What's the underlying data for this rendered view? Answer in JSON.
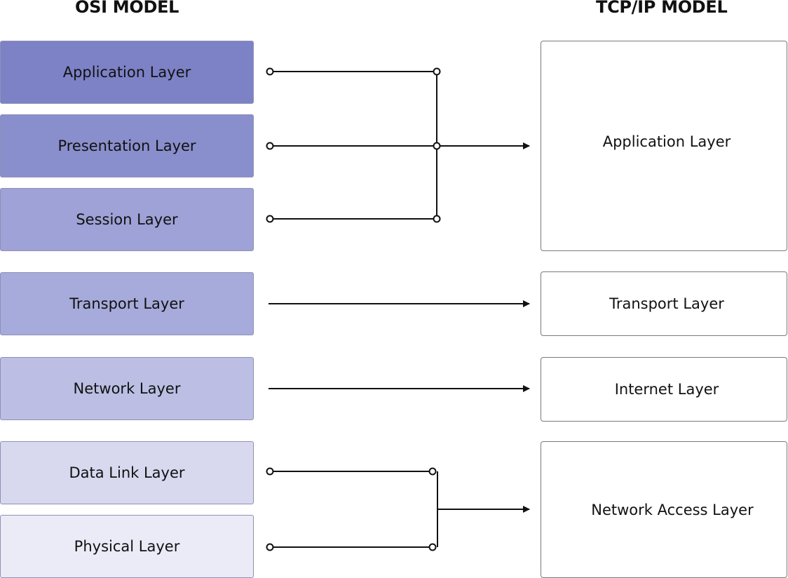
{
  "headings": {
    "osi": "OSI MODEL",
    "tcpip": "TCP/IP MODEL"
  },
  "osi_layers": [
    {
      "label": "Application Layer",
      "color": "#7d82c6"
    },
    {
      "label": "Presentation Layer",
      "color": "#898ecc"
    },
    {
      "label": "Session Layer",
      "color": "#9ea2d6"
    },
    {
      "label": "Transport Layer",
      "color": "#a7abdb"
    },
    {
      "label": "Network Layer",
      "color": "#bcbfe3"
    },
    {
      "label": "Data Link Layer",
      "color": "#d8d9ef"
    },
    {
      "label": "Physical Layer",
      "color": "#ebebf7"
    }
  ],
  "tcpip_layers": [
    {
      "label": "Application Layer"
    },
    {
      "label": "Transport Layer"
    },
    {
      "label": "Internet Layer"
    },
    {
      "label": "Network Access Layer"
    }
  ],
  "mapping": [
    {
      "osi": [
        "Application Layer",
        "Presentation Layer",
        "Session Layer"
      ],
      "tcpip": "Application Layer"
    },
    {
      "osi": [
        "Transport Layer"
      ],
      "tcpip": "Transport Layer"
    },
    {
      "osi": [
        "Network Layer"
      ],
      "tcpip": "Internet Layer"
    },
    {
      "osi": [
        "Data Link Layer",
        "Physical Layer"
      ],
      "tcpip": "Network Access Layer"
    }
  ]
}
